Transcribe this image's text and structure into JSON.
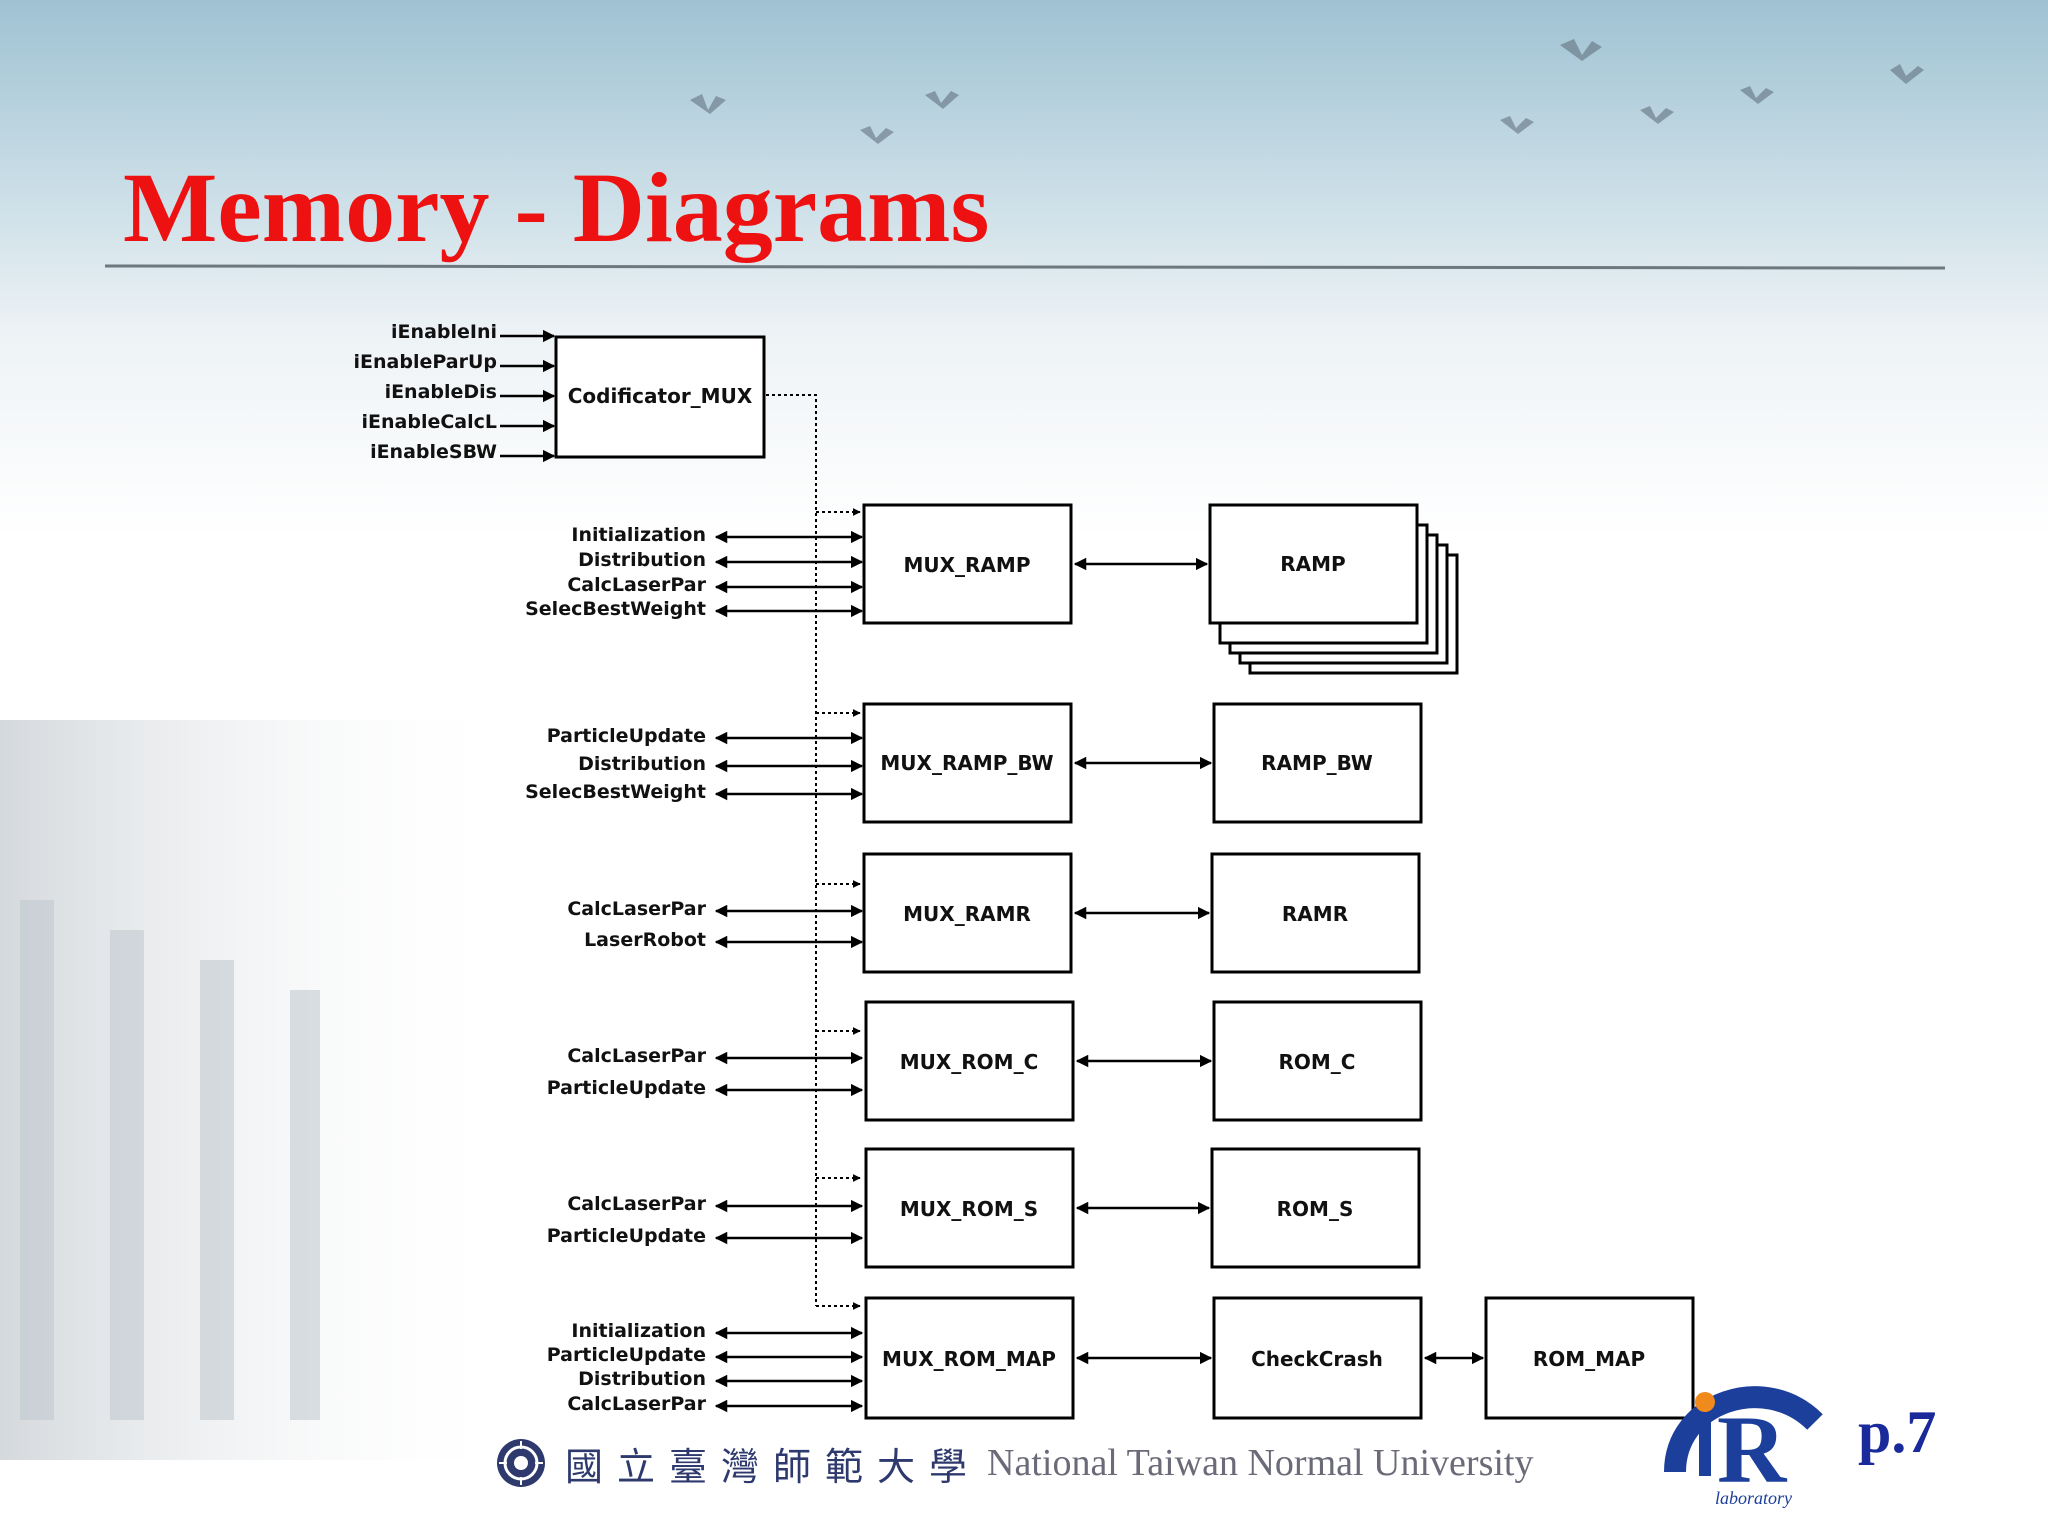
{
  "slide": {
    "title": "Memory - Diagrams",
    "page_number": "p.7",
    "footer": {
      "university_cn": "國立臺灣師範大學",
      "university_en": "National Taiwan Normal University",
      "seal_icon": "university-seal-icon",
      "lab_logo_icon": "ir-laboratory-logo-icon"
    },
    "colors": {
      "title": "#ee1111",
      "page_number": "#1b2a9a",
      "footer_text": "#2e3a6e"
    }
  },
  "diagram": {
    "codificator": {
      "label": "Codificator_MUX",
      "inputs": [
        "iEnableIni",
        "iEnableParUp",
        "iEnableDis",
        "iEnableCalcL",
        "iEnableSBW"
      ]
    },
    "rows": [
      {
        "mux": "MUX_RAMP",
        "memory": "RAMP",
        "stacked": true,
        "signals": [
          "Initialization",
          "Distribution",
          "CalcLaserPar",
          "SelecBestWeight"
        ]
      },
      {
        "mux": "MUX_RAMP_BW",
        "memory": "RAMP_BW",
        "signals": [
          "ParticleUpdate",
          "Distribution",
          "SelecBestWeight"
        ]
      },
      {
        "mux": "MUX_RAMR",
        "memory": "RAMR",
        "signals": [
          "CalcLaserPar",
          "LaserRobot"
        ]
      },
      {
        "mux": "MUX_ROM_C",
        "memory": "ROM_C",
        "signals": [
          "CalcLaserPar",
          "ParticleUpdate"
        ]
      },
      {
        "mux": "MUX_ROM_S",
        "memory": "ROM_S",
        "signals": [
          "CalcLaserPar",
          "ParticleUpdate"
        ]
      },
      {
        "mux": "MUX_ROM_MAP",
        "memory": "CheckCrash",
        "extra": "ROM_MAP",
        "signals": [
          "Initialization",
          "ParticleUpdate",
          "Distribution",
          "CalcLaserPar"
        ]
      }
    ]
  }
}
